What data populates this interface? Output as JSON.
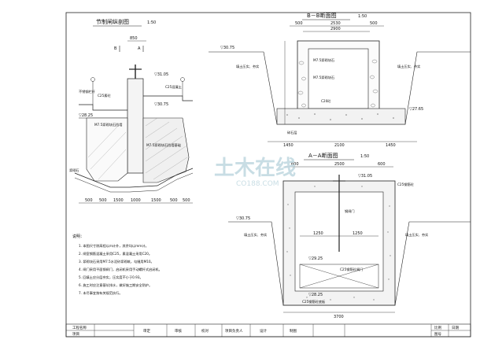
{
  "drawing": {
    "views": {
      "longitudinal": {
        "title": "节制闸纵剖图",
        "scale": "1:50",
        "section_marks": [
          "B",
          "A"
        ],
        "elevations": [
          "▽31.05",
          "▽30.75",
          "▽28.25"
        ],
        "labels": [
          "不锈钢栏杆",
          "C25素砼",
          "M7.5浆砌块石挡墙",
          "浆砌石",
          "C25混凝土",
          "M7.5浆砌块石挡墙基础"
        ],
        "dims_bottom": [
          "500",
          "500",
          "1500",
          "1000",
          "1500",
          "500",
          "500"
        ],
        "dims_top": [
          "850"
        ]
      },
      "section_bb": {
        "title": "B－B断面图",
        "scale": "1:50",
        "dims_top": [
          "500",
          "2530",
          "500",
          "2900"
        ],
        "dims_bottom": [
          "1450",
          "2100",
          "1450"
        ],
        "elevations": [
          "▽30.75",
          "▽27.65"
        ],
        "labels": [
          "M7.5浆砌块石",
          "C20砼",
          "M7.5浆砌块石",
          "填土压实、夯实",
          "填土压实、夯实",
          "碎石层"
        ]
      },
      "section_aa": {
        "title": "A－A断面图",
        "scale": "1:50",
        "dims_top": [
          "600",
          "2500",
          "600"
        ],
        "dims_mid": [
          "1250",
          "1250"
        ],
        "dims_bottom": [
          "3700"
        ],
        "elevations": [
          "▽31.05",
          "▽30.75",
          "▽29.25",
          "▽28.25"
        ],
        "labels": [
          "C25钢筋砼",
          "钢闸门",
          "C25钢筋砼闸门",
          "填土压实、夯实",
          "填土压实、夯实",
          "C25钢筋砼底板"
        ]
      }
    },
    "notes": {
      "heading": "说明：",
      "items": [
        "1. 本图尺寸除高程以m计外，其余均以mm计。",
        "2. 闸室钢筋混凝土采用C25，素混凝土采用C20。",
        "3. 浆砌块石采用M7.5水泥砂浆砌筑，勾缝用M10。",
        "4. 闸门采用平面钢闸门，启闭机采用手动螺杆式启闭机。",
        "5. 回填土应分层夯实，压实度不小于0.93。",
        "6. 施工时应注意基坑排水，做好施工期安全防护。",
        "7. 未尽事宜按有关规范执行。"
      ]
    },
    "title_block": {
      "cells": [
        "工程名称",
        "项目",
        "审定",
        "审核",
        "校对",
        "项目负责人",
        "设计",
        "制图",
        "比例",
        "图号",
        "日期"
      ]
    },
    "watermark": {
      "main": "土木在线",
      "sub": "CO188.COM"
    }
  }
}
